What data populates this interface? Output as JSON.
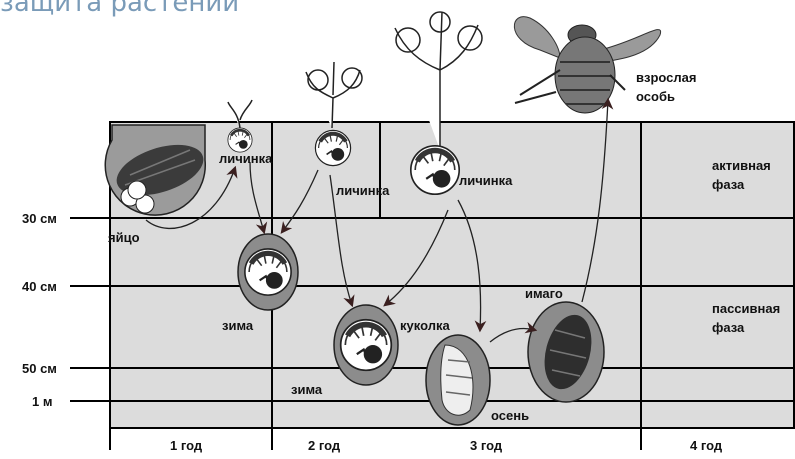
{
  "title": "защита растений",
  "depths": [
    "30 см",
    "40 см",
    "50 см",
    "1 м"
  ],
  "years": [
    "1 год",
    "2 год",
    "3 год",
    "4 год"
  ],
  "phases": {
    "active": [
      "активная",
      "фаза"
    ],
    "passive": [
      "пассивная",
      "фаза"
    ]
  },
  "adult": [
    "взрослая",
    "особь"
  ],
  "stages": {
    "egg": "яйцо",
    "larva1": "личинка",
    "larva2": "личинка",
    "larva3": "личинка",
    "winter1": "зима",
    "winter2": "зима",
    "pupa": "куколка",
    "imago": "имаго",
    "autumn": "осень"
  },
  "colors": {
    "title": "#7a9bb8",
    "soil": "#dcdcdc",
    "line": "#000000",
    "oval": "#8c8c8c"
  },
  "icons": [
    "beetle-adult-icon",
    "beetle-egg-laying-icon",
    "larva-icon",
    "pupa-icon",
    "imago-icon",
    "plant-icon",
    "arrow-icon"
  ]
}
